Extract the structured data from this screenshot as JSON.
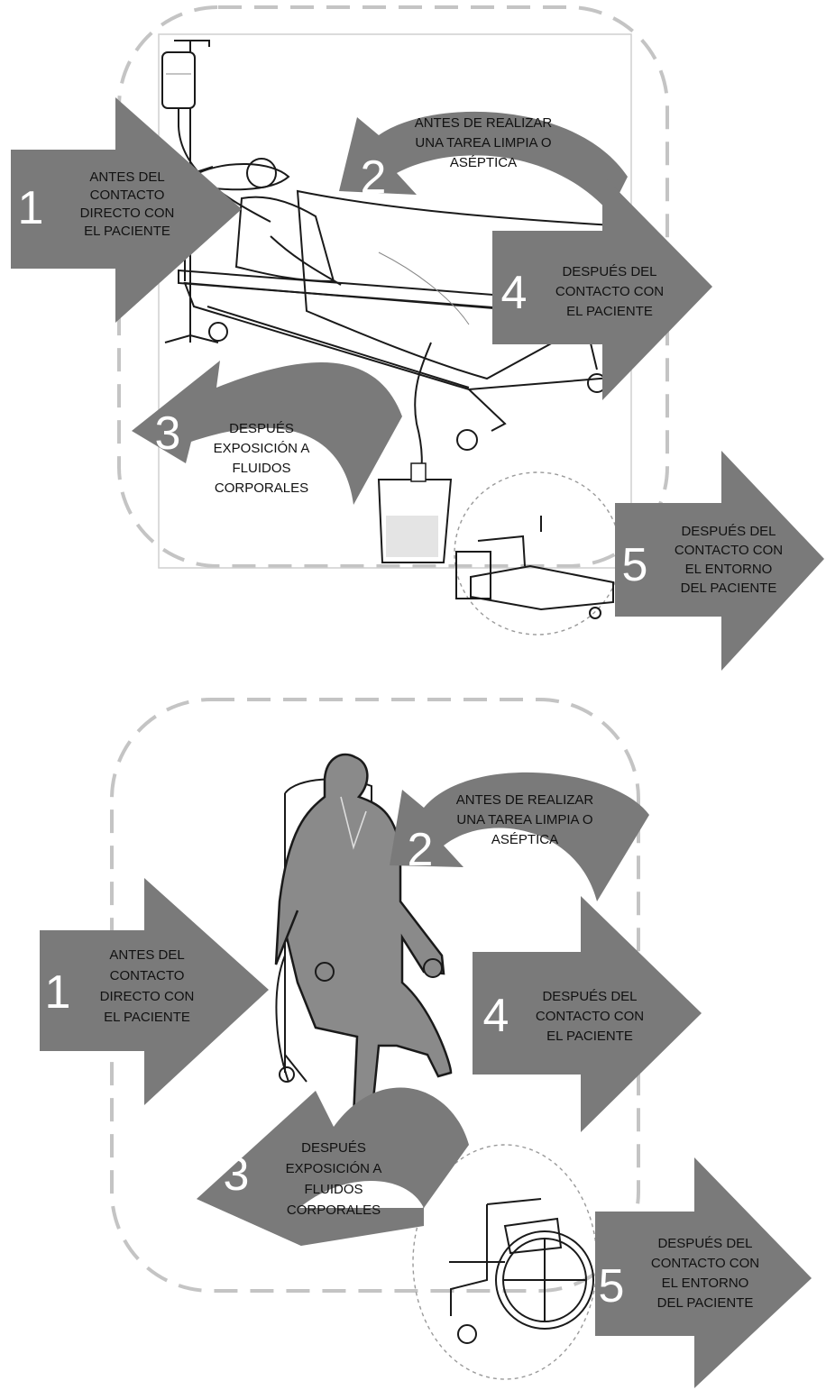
{
  "top_scene": {
    "moments": [
      {
        "number": "1",
        "lines": [
          "ANTES DEL",
          "CONTACTO",
          "DIRECTO CON",
          "EL PACIENTE"
        ]
      },
      {
        "number": "2",
        "lines": [
          "ANTES DE REALIZAR",
          "UNA TAREA LIMPIA O",
          "ASÉPTICA"
        ]
      },
      {
        "number": "3",
        "lines": [
          "DESPUÉS",
          "EXPOSICIÓN A",
          "FLUIDOS",
          "CORPORALES"
        ]
      },
      {
        "number": "4",
        "lines": [
          "DESPUÉS DEL",
          "CONTACTO CON",
          "EL PACIENTE"
        ]
      },
      {
        "number": "5",
        "lines": [
          "DESPUÉS DEL",
          "CONTACTO CON",
          "EL ENTORNO",
          "DEL PACIENTE"
        ]
      }
    ]
  },
  "bottom_scene": {
    "moments": [
      {
        "number": "1",
        "lines": [
          "ANTES DEL",
          "CONTACTO",
          "DIRECTO CON",
          "EL PACIENTE"
        ]
      },
      {
        "number": "2",
        "lines": [
          "ANTES DE REALIZAR",
          "UNA TAREA LIMPIA O",
          "ASÉPTICA"
        ]
      },
      {
        "number": "3",
        "lines": [
          "DESPUÉS",
          "EXPOSICIÓN A",
          "FLUIDOS",
          "CORPORALES"
        ]
      },
      {
        "number": "4",
        "lines": [
          "DESPUÉS DEL",
          "CONTACTO CON",
          "EL PACIENTE"
        ]
      },
      {
        "number": "5",
        "lines": [
          "DESPUÉS DEL",
          "CONTACTO CON",
          "EL ENTORNO",
          "DEL PACIENTE"
        ]
      }
    ]
  },
  "colors": {
    "arrow": "#7a7a7a",
    "number": "#ffffff",
    "text": "#111111",
    "patient_fill": "#8a8a8a"
  }
}
